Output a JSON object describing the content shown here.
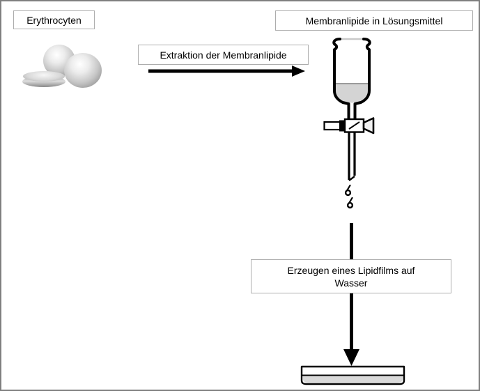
{
  "labels": {
    "erythrocyten": "Erythrocyten",
    "extraktion": "Extraktion der Membranlipide",
    "membranlipide": "Membranlipide in Lösungsmittel",
    "erzeugen_line1": "Erzeugen eines Lipidfilms auf",
    "erzeugen_line2": "Wasser"
  },
  "graphics": {
    "erythrocytes": "erythrocytes-graphic",
    "funnel": "separating-funnel-graphic",
    "droplets": "droplets-icon",
    "arrow_right": "arrow-right-icon",
    "arrow_down": "arrow-down-icon",
    "trough": "water-trough-graphic"
  },
  "colors": {
    "background": "#ffffff",
    "outer_border": "#7f7f7f",
    "label_box_border": "#adadad",
    "label_box_fill": "#ffffff",
    "text": "#000000",
    "line_art": "#000000",
    "funnel_liquid": "#d4d4d4",
    "trough_water": "#d9d9d9",
    "cell_gray": "#9c9c9c"
  }
}
